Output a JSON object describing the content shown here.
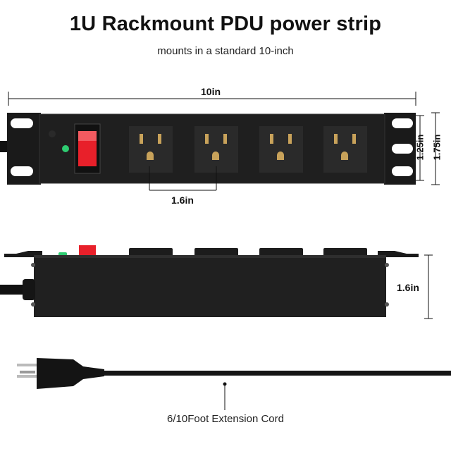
{
  "title": "1U Rackmount PDU power strip",
  "subtitle": "mounts in a standard 10-inch",
  "dimensions": {
    "width": "10in",
    "outlet_spacing": "1.6in",
    "height_inner": "1.25in",
    "height_outer": "1.75in",
    "depth": "1.6in"
  },
  "cord_label": "6/10Foot Extension Cord",
  "colors": {
    "body": "#1c1c1c",
    "switch": "#e8202a",
    "indicator": "#2ecc71"
  },
  "outlet_count": 4
}
